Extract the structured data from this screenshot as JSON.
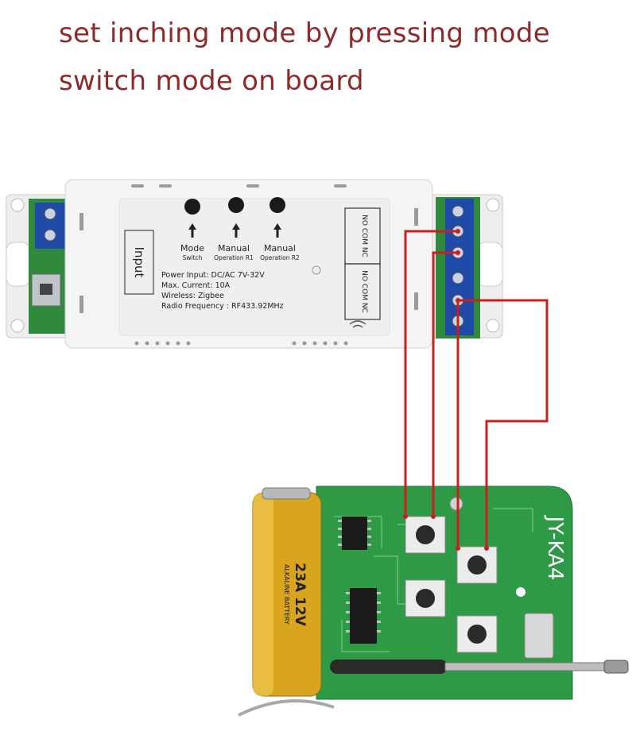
{
  "caption": {
    "line1": "set inching mode by pressing mode",
    "line2": "switch mode on board"
  },
  "relay_module": {
    "input_label": "Input",
    "buttons": [
      {
        "label": "Mode",
        "sub": "Switch"
      },
      {
        "label": "Manual",
        "sub": "Operation R1"
      },
      {
        "label": "Manual",
        "sub": "Operation R2"
      }
    ],
    "specs": [
      "Power Input:  DC/AC 7V-32V",
      "Max. Current:  10A",
      "Wireless:  Zigbee",
      "Radio Frequency : RF433.92MHz"
    ],
    "terminal_label_1": "NO COM NC",
    "terminal_label_2": "NO COM NC"
  },
  "remote": {
    "board_label": "JY-KA4",
    "battery_label": "23A 12V",
    "battery_brand": "ALKALINE BATTERY"
  },
  "colors": {
    "caption": "#8e2a2a",
    "wire": "#c8201e",
    "pcb": "#2e9a45",
    "terminal": "#1f4aa8"
  }
}
